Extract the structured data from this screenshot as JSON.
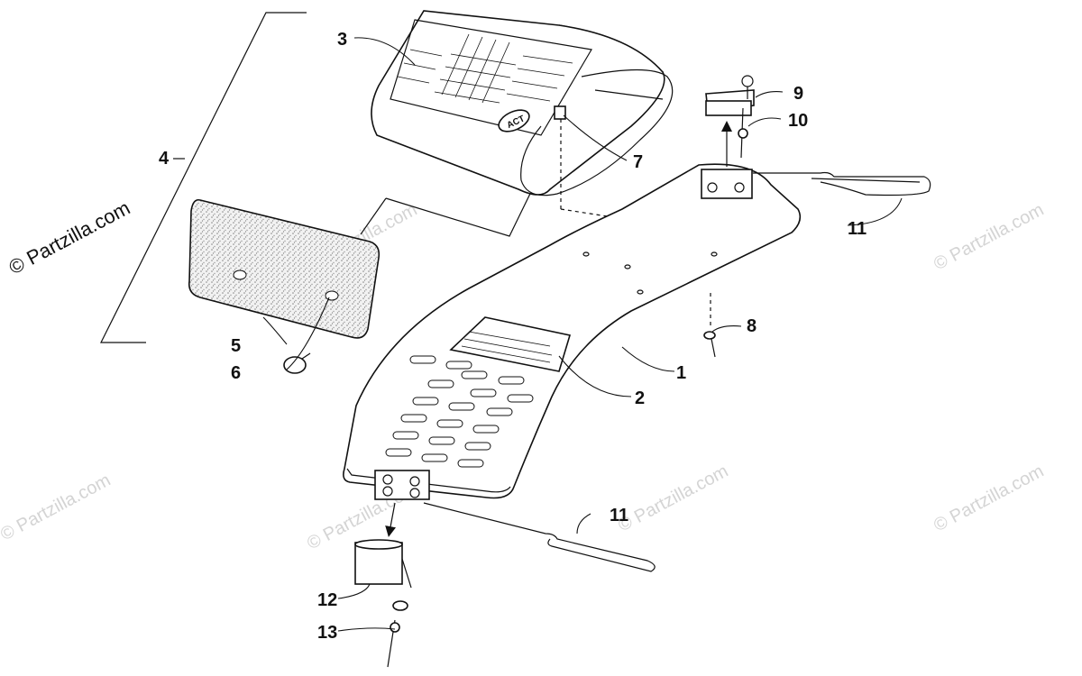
{
  "callouts": {
    "c1": "1",
    "c2": "2",
    "c3": "3",
    "c4": "4",
    "c5": "5",
    "c6": "6",
    "c7": "7",
    "c8": "8",
    "c9": "9",
    "c10": "10",
    "c11a": "11",
    "c11b": "11",
    "c12": "12",
    "c13": "13"
  },
  "watermark": {
    "main": "© Partzilla.com",
    "faint": "© Partzilla.com"
  },
  "decals": {
    "logo": "ACT"
  },
  "colors": {
    "line": "#111111",
    "foam": "#e6e6e6",
    "watermark": "#d4d4d4"
  }
}
